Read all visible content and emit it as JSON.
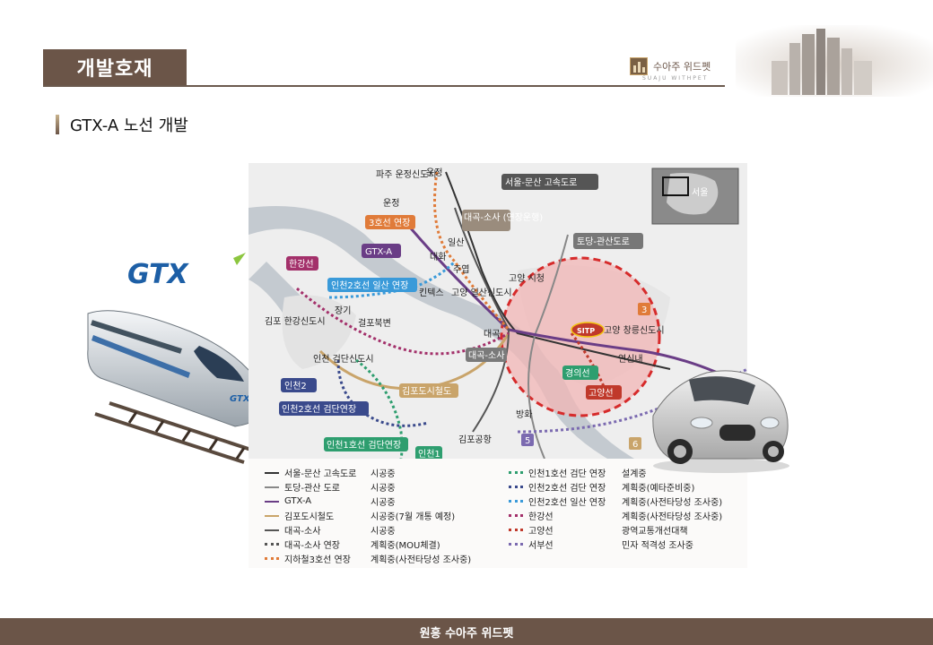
{
  "header": {
    "title": "개발호재",
    "logo_text": "수아주 위드펫",
    "logo_sub": "SUAJU WITHPET"
  },
  "section": {
    "title": "GTX-A 노선 개발"
  },
  "graphics": {
    "gtx_logo": "GTX",
    "train_label": "GTX",
    "sitp_label": "SITP"
  },
  "map": {
    "highway_boxes": [
      "서울-문산 고속도로",
      "토당-관산도로"
    ],
    "inset_label": "서울",
    "route_labels": [
      "3호선 연장",
      "GTX-A",
      "한강선",
      "인천2호선 일산 연장",
      "대곡-소사 (연장운행)",
      "대곡-소사",
      "김포도시철도",
      "인천2",
      "인천2호선 검단연장",
      "인천1호선 검단연장",
      "인천1",
      "경의선",
      "고양선",
      "3",
      "5",
      "6"
    ],
    "places": [
      "파주 운정신도시",
      "운정",
      "운정",
      "일산",
      "대화",
      "주엽",
      "킨텍스",
      "고양 일산신도시",
      "고양 시청",
      "고양 창릉신도시",
      "대곡",
      "장기",
      "걸포북변",
      "김포 한강신도시",
      "인천 검단신도시",
      "연신내",
      "방화",
      "김포공항"
    ]
  },
  "legend": [
    {
      "name": "서울-문산 고속도로",
      "status": "시공중",
      "color": "#333333",
      "style": "solid"
    },
    {
      "name": "토당-관산 도로",
      "status": "시공중",
      "color": "#888888",
      "style": "solid"
    },
    {
      "name": "GTX-A",
      "status": "시공중",
      "color": "#6a3d86",
      "style": "solid"
    },
    {
      "name": "김포도시철도",
      "status": "시공중(7월 개통 예정)",
      "color": "#c9a46a",
      "style": "solid"
    },
    {
      "name": "대곡-소사",
      "status": "시공중",
      "color": "#555555",
      "style": "solid"
    },
    {
      "name": "대곡-소사 연장",
      "status": "계획중(MOU체결)",
      "color": "#555555",
      "style": "dotted"
    },
    {
      "name": "지하철3호선 연장",
      "status": "계획중(사전타당성 조사중)",
      "color": "#e07b39",
      "style": "dotted"
    },
    {
      "name": "인천1호선 검단 연장",
      "status": "설계중",
      "color": "#2e9e6f",
      "style": "dotted"
    },
    {
      "name": "인천2호선 검단 연장",
      "status": "계획중(예타준비중)",
      "color": "#3a4a8c",
      "style": "dotted"
    },
    {
      "name": "인천2호선 일산 연장",
      "status": "계획중(사전타당성 조사중)",
      "color": "#3a9ad9",
      "style": "dotted"
    },
    {
      "name": "한강선",
      "status": "계획중(사전타당성 조사중)",
      "color": "#a3306a",
      "style": "dotted"
    },
    {
      "name": "고양선",
      "status": "광역교통개선대책",
      "color": "#c0392b",
      "style": "dotted"
    },
    {
      "name": "서부선",
      "status": "민자 적격성 조사중",
      "color": "#7b6ab0",
      "style": "dotted"
    }
  ],
  "footer": {
    "text": "원흥 수아주 위드펫"
  }
}
